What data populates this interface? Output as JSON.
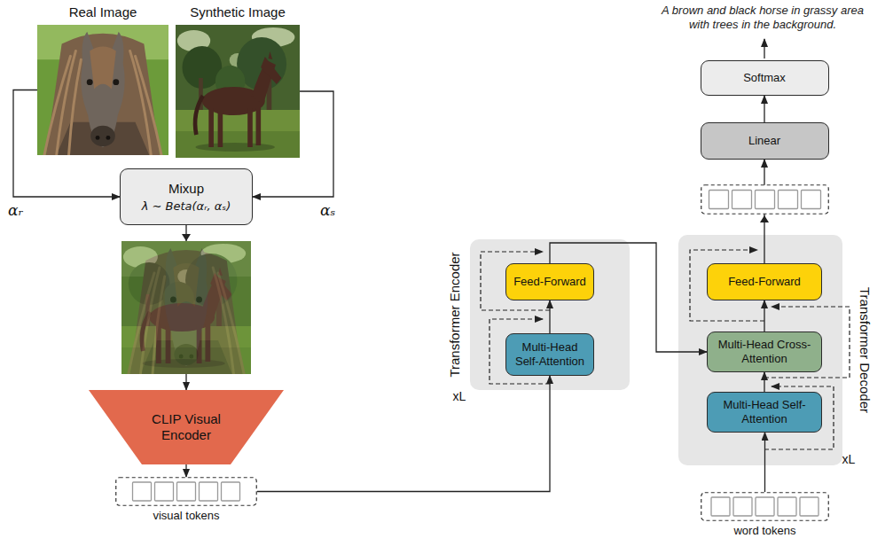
{
  "diagram": {
    "nodes": [
      {
        "text": [
          "Real Image"
        ]
      },
      {
        "text": [
          "Synthetic Image"
        ]
      },
      {
        "text": [
          "Mixup",
          "λ ∼ Beta(αᵣ, αₛ)"
        ]
      },
      {
        "text": [
          "CLIP Visual Encoder"
        ]
      },
      {
        "text": [
          "visual tokens"
        ]
      },
      {
        "text": [
          "Transformer Encoder",
          "xL"
        ]
      },
      {
        "text": [
          "Feed-Forward"
        ],
        "in": 5
      },
      {
        "text": [
          "Multi-Head Self-Attention"
        ],
        "in": 5
      },
      {
        "text": [
          "Softmax"
        ]
      },
      {
        "text": [
          "Linear"
        ]
      },
      {
        "text": [
          "Transformer Decoder",
          "xL"
        ]
      },
      {
        "text": [
          "Feed-Forward"
        ],
        "in": 10
      },
      {
        "text": [
          "Multi-Head Cross-Attention"
        ],
        "in": 10
      },
      {
        "text": [
          "Multi-Head Self-Attention"
        ],
        "in": 10
      },
      {
        "text": [
          "word tokens"
        ]
      }
    ],
    "edges": [
      {
        "from": 0,
        "to": 2,
        "arrow": "to",
        "label": "αᵣ"
      },
      {
        "from": 1,
        "to": 2,
        "arrow": "to",
        "label": "αₛ"
      },
      {
        "from": 2,
        "to": 3,
        "arrow": "to"
      },
      {
        "from": 3,
        "to": 4,
        "arrow": "to"
      },
      {
        "from": 4,
        "to": 7,
        "arrow": "to"
      },
      {
        "from": 7,
        "to": 6,
        "arrow": "to"
      },
      {
        "from": 6,
        "to": 12,
        "arrow": "to"
      },
      {
        "from": 14,
        "to": 13,
        "arrow": "to"
      },
      {
        "from": 13,
        "to": 12,
        "arrow": "to"
      },
      {
        "from": 12,
        "to": 11,
        "arrow": "to"
      },
      {
        "from": 11,
        "to": 9,
        "arrow": "to"
      },
      {
        "from": 9,
        "to": 8,
        "arrow": "to"
      }
    ],
    "labels": [
      "A brown and black horse in grassy area with trees in the background."
    ]
  }
}
